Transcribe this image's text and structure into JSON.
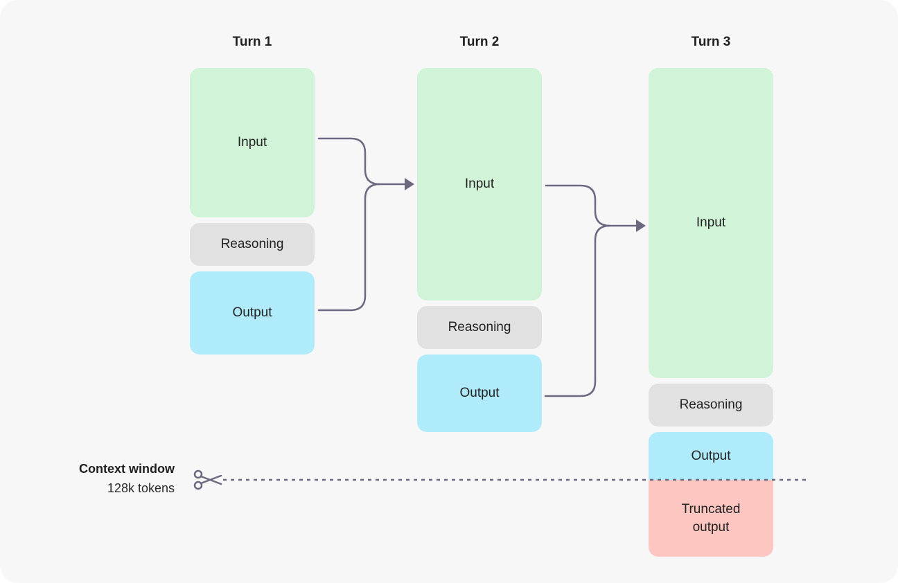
{
  "turns": [
    {
      "title": "Turn 1",
      "input_label": "Input",
      "reasoning_label": "Reasoning",
      "output_label": "Output"
    },
    {
      "title": "Turn 2",
      "input_label": "Input",
      "reasoning_label": "Reasoning",
      "output_label": "Output"
    },
    {
      "title": "Turn 3",
      "input_label": "Input",
      "reasoning_label": "Reasoning",
      "output_label": "Output",
      "truncated_label": "Truncated\noutput"
    }
  ],
  "context_window": {
    "title": "Context window",
    "subtitle": "128k tokens"
  },
  "colors": {
    "background": "#f7f7f7",
    "input": "#d1f4d8",
    "reasoning": "#e1e1e1",
    "output": "#b0ebfb",
    "truncated": "#fec6c0",
    "connector": "#6b6880"
  },
  "icons": {
    "cut": "scissors-icon"
  }
}
